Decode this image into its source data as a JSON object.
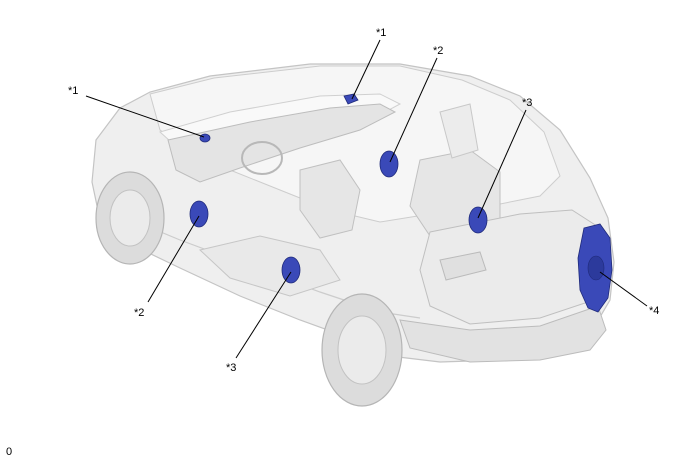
{
  "colors": {
    "component": "#3a49b8",
    "component_dark": "#1f2a7a",
    "body_fill": "#eeeeee",
    "body_stroke": "#bdbdbd",
    "tire": "#cfcfcf",
    "callout": "#000000"
  },
  "callouts": [
    {
      "id": "front-tweeter-left",
      "label": "*1"
    },
    {
      "id": "front-tweeter-right",
      "label": "*1"
    },
    {
      "id": "front-speaker-right",
      "label": "*2"
    },
    {
      "id": "front-speaker-left",
      "label": "*2"
    },
    {
      "id": "rear-speaker-right",
      "label": "*3"
    },
    {
      "id": "rear-speaker-left",
      "label": "*3"
    },
    {
      "id": "subwoofer",
      "label": "*4"
    }
  ],
  "footer": {
    "id_text": "0"
  }
}
